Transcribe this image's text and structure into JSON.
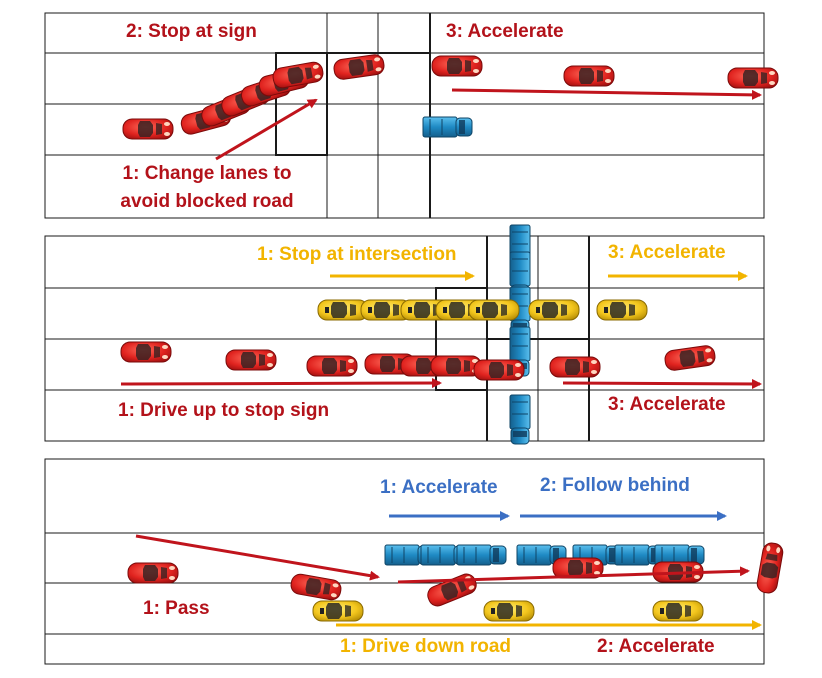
{
  "colors": {
    "red_car": "#e02a2a",
    "yellow_car": "#f2c21a",
    "blue_car": "#2a8cc7",
    "red_text": "#b3121a",
    "yellow_text": "#f2b400",
    "blue_text": "#3b6fc4",
    "lines": "#1a1a1a"
  },
  "panel1": {
    "label_stop": "2: Stop at sign",
    "label_accel": "3: Accelerate",
    "label_change_line1": "1: Change lanes to",
    "label_change_line2": "avoid blocked road"
  },
  "panel2": {
    "label_stop_intersection": "1: Stop at intersection",
    "label_accel_top": "3: Accelerate",
    "label_drive_up": "1: Drive up to stop sign",
    "label_accel_bottom": "3: Accelerate"
  },
  "panel3": {
    "label_accel_blue": "1: Accelerate",
    "label_follow": "2: Follow behind",
    "label_pass": "1: Pass",
    "label_drive_down": "1: Drive down road",
    "label_accel_red": "2: Accelerate"
  },
  "icons": {
    "car": "car-icon",
    "truck": "truck-icon",
    "arrow": "arrow-icon"
  }
}
